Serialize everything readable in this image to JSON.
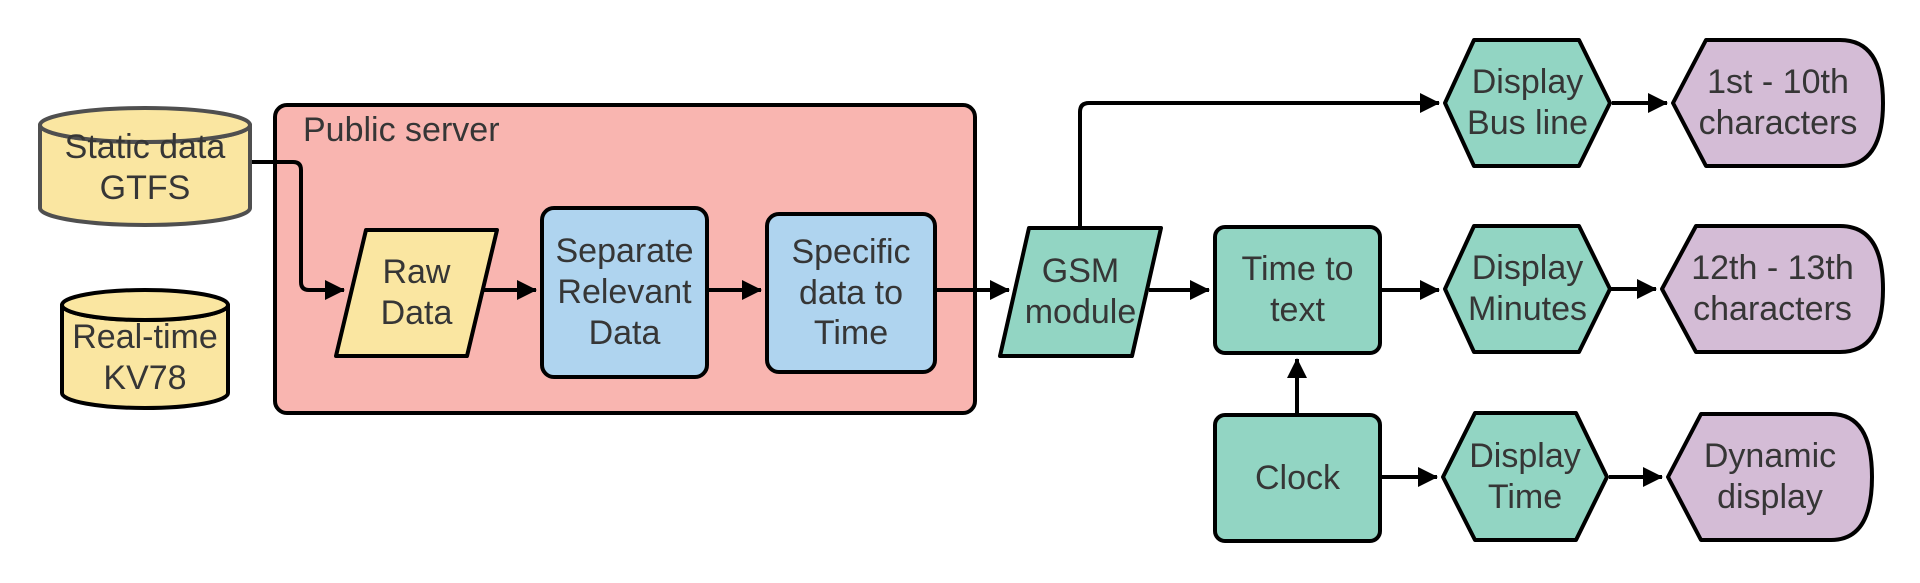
{
  "diagram": {
    "container_label": "Public server"
  },
  "colors": {
    "background": "#ffffff",
    "yellow": "#fae6a1",
    "pink": "#f9b5b0",
    "blue": "#afd4ef",
    "teal": "#92d5c3",
    "purple": "#d4bcd6",
    "outline": "#000000",
    "outline_gray": "#4f4f4f",
    "text": "#363636"
  },
  "nodes": {
    "static_data": {
      "label": "Static data\nGTFS",
      "shape": "cylinder"
    },
    "realtime_kv78": {
      "label": "Real-time\nKV78",
      "shape": "cylinder"
    },
    "raw_data": {
      "label": "Raw\nData",
      "shape": "parallelogram"
    },
    "separate_relevant_data": {
      "label": "Separate\nRelevant\nData",
      "shape": "rounded-rect"
    },
    "specific_data_to_time": {
      "label": "Specific\ndata to\nTime",
      "shape": "rounded-rect"
    },
    "gsm_module": {
      "label": "GSM\nmodule",
      "shape": "parallelogram"
    },
    "time_to_text": {
      "label": "Time to\ntext",
      "shape": "rounded-rect"
    },
    "clock": {
      "label": "Clock",
      "shape": "rounded-rect"
    },
    "display_bus_line": {
      "label": "Display\nBus line",
      "shape": "hexagon"
    },
    "display_minutes": {
      "label": "Display\nMinutes",
      "shape": "hexagon"
    },
    "display_time": {
      "label": "Display\nTime",
      "shape": "hexagon"
    },
    "chars_1_10": {
      "label": "1st - 10th\ncharacters",
      "shape": "display"
    },
    "chars_12_13": {
      "label": "12th - 13th\ncharacters",
      "shape": "display"
    },
    "dynamic_display": {
      "label": "Dynamic\ndisplay",
      "shape": "display"
    }
  },
  "edges": [
    {
      "from": "static_data",
      "to": "raw_data"
    },
    {
      "from": "raw_data",
      "to": "separate_relevant_data"
    },
    {
      "from": "separate_relevant_data",
      "to": "specific_data_to_time"
    },
    {
      "from": "specific_data_to_time",
      "to": "gsm_module"
    },
    {
      "from": "gsm_module",
      "to": "display_bus_line"
    },
    {
      "from": "gsm_module",
      "to": "time_to_text"
    },
    {
      "from": "time_to_text",
      "to": "display_minutes"
    },
    {
      "from": "display_bus_line",
      "to": "chars_1_10"
    },
    {
      "from": "display_minutes",
      "to": "chars_12_13"
    },
    {
      "from": "clock",
      "to": "time_to_text"
    },
    {
      "from": "clock",
      "to": "display_time"
    },
    {
      "from": "display_time",
      "to": "dynamic_display"
    }
  ]
}
